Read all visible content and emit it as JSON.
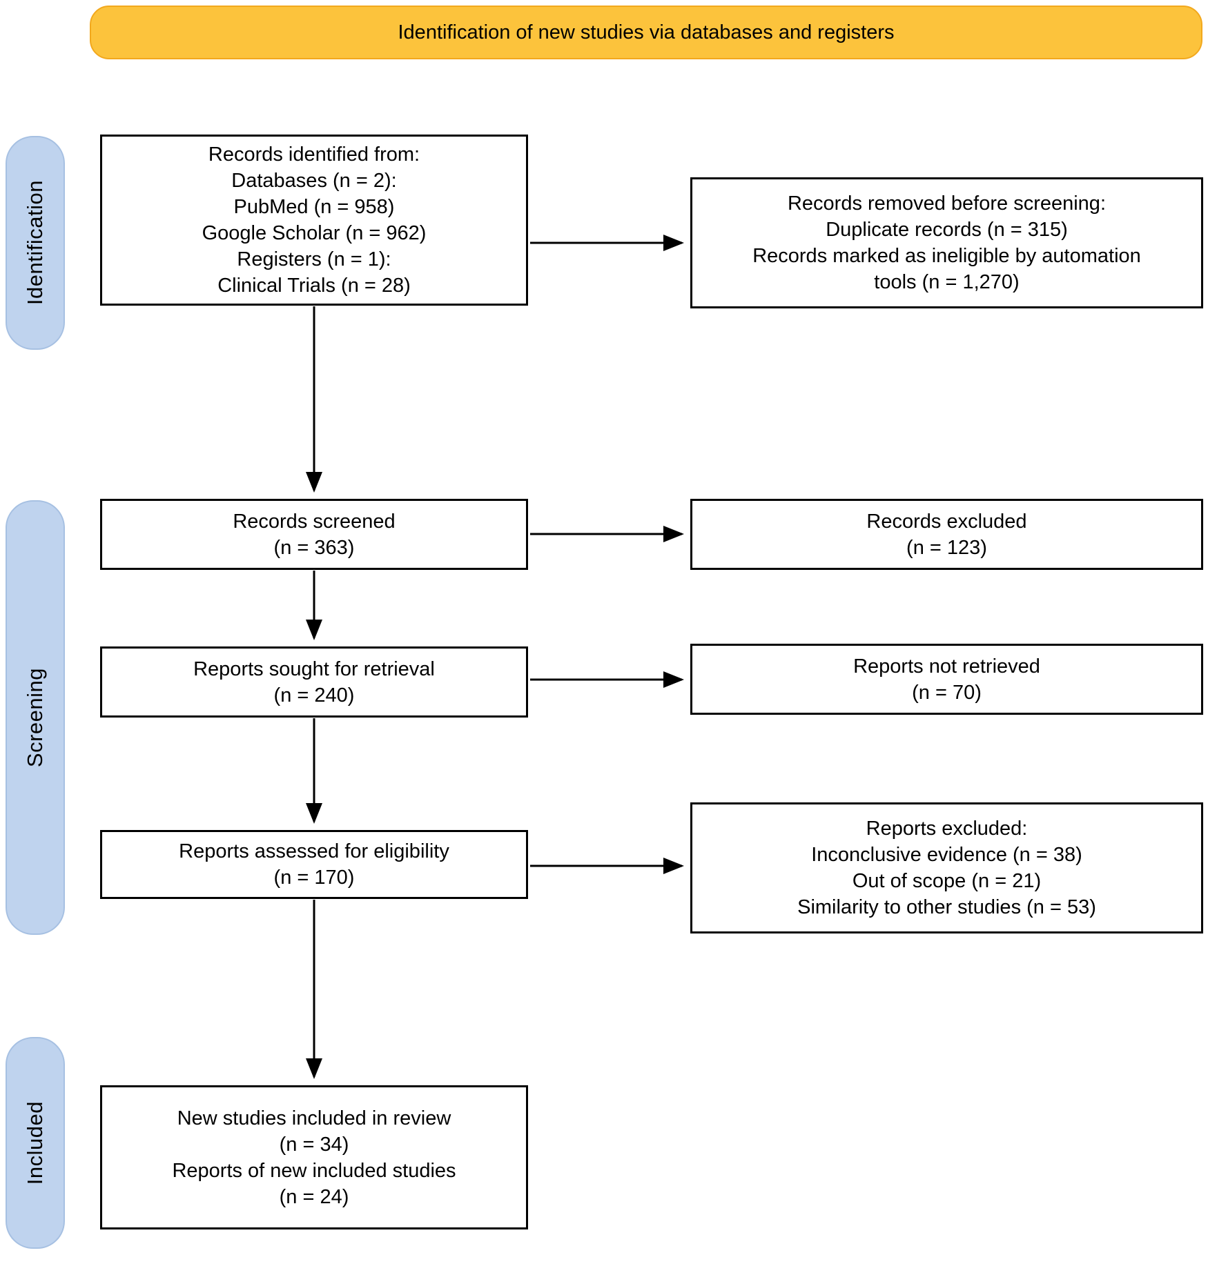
{
  "banner": {
    "label": "Identification of new studies via databases and registers"
  },
  "stages": [
    {
      "label": "Identification"
    },
    {
      "label": "Screening"
    },
    {
      "label": "Included"
    }
  ],
  "boxes": {
    "identified": {
      "lines": [
        "Records identified from:",
        "Databases (n = 2):",
        "PubMed (n = 958)",
        "Google Scholar (n = 962)",
        "Registers (n = 1):",
        "Clinical Trials (n = 28)"
      ]
    },
    "removed": {
      "lines": [
        "Records removed before screening:",
        "Duplicate records (n = 315)",
        "Records marked as ineligible by automation",
        "tools (n = 1,270)"
      ]
    },
    "screened": {
      "lines": [
        "Records screened",
        "(n = 363)"
      ]
    },
    "excluded": {
      "lines": [
        "Records excluded",
        "(n = 123)"
      ]
    },
    "sought": {
      "lines": [
        "Reports sought for retrieval",
        "(n = 240)"
      ]
    },
    "not_retrieved": {
      "lines": [
        "Reports not retrieved",
        "(n = 70)"
      ]
    },
    "assessed": {
      "lines": [
        "Reports assessed for eligibility",
        "(n = 170)"
      ]
    },
    "reports_excluded": {
      "lines": [
        "Reports excluded:",
        "Inconclusive evidence (n = 38)",
        "Out of scope (n = 21)",
        "Similarity to other studies (n = 53)"
      ]
    },
    "included": {
      "lines": [
        "New studies included in review",
        "(n = 34)",
        "Reports of new included studies",
        "(n = 24)"
      ]
    }
  },
  "colors": {
    "banner_fill": "#fcc33c",
    "banner_border": "#f2a81d",
    "stage_fill": "#bfd3ee",
    "stage_border": "#a6c0e2",
    "box_border": "#000000",
    "arrow": "#000000"
  }
}
